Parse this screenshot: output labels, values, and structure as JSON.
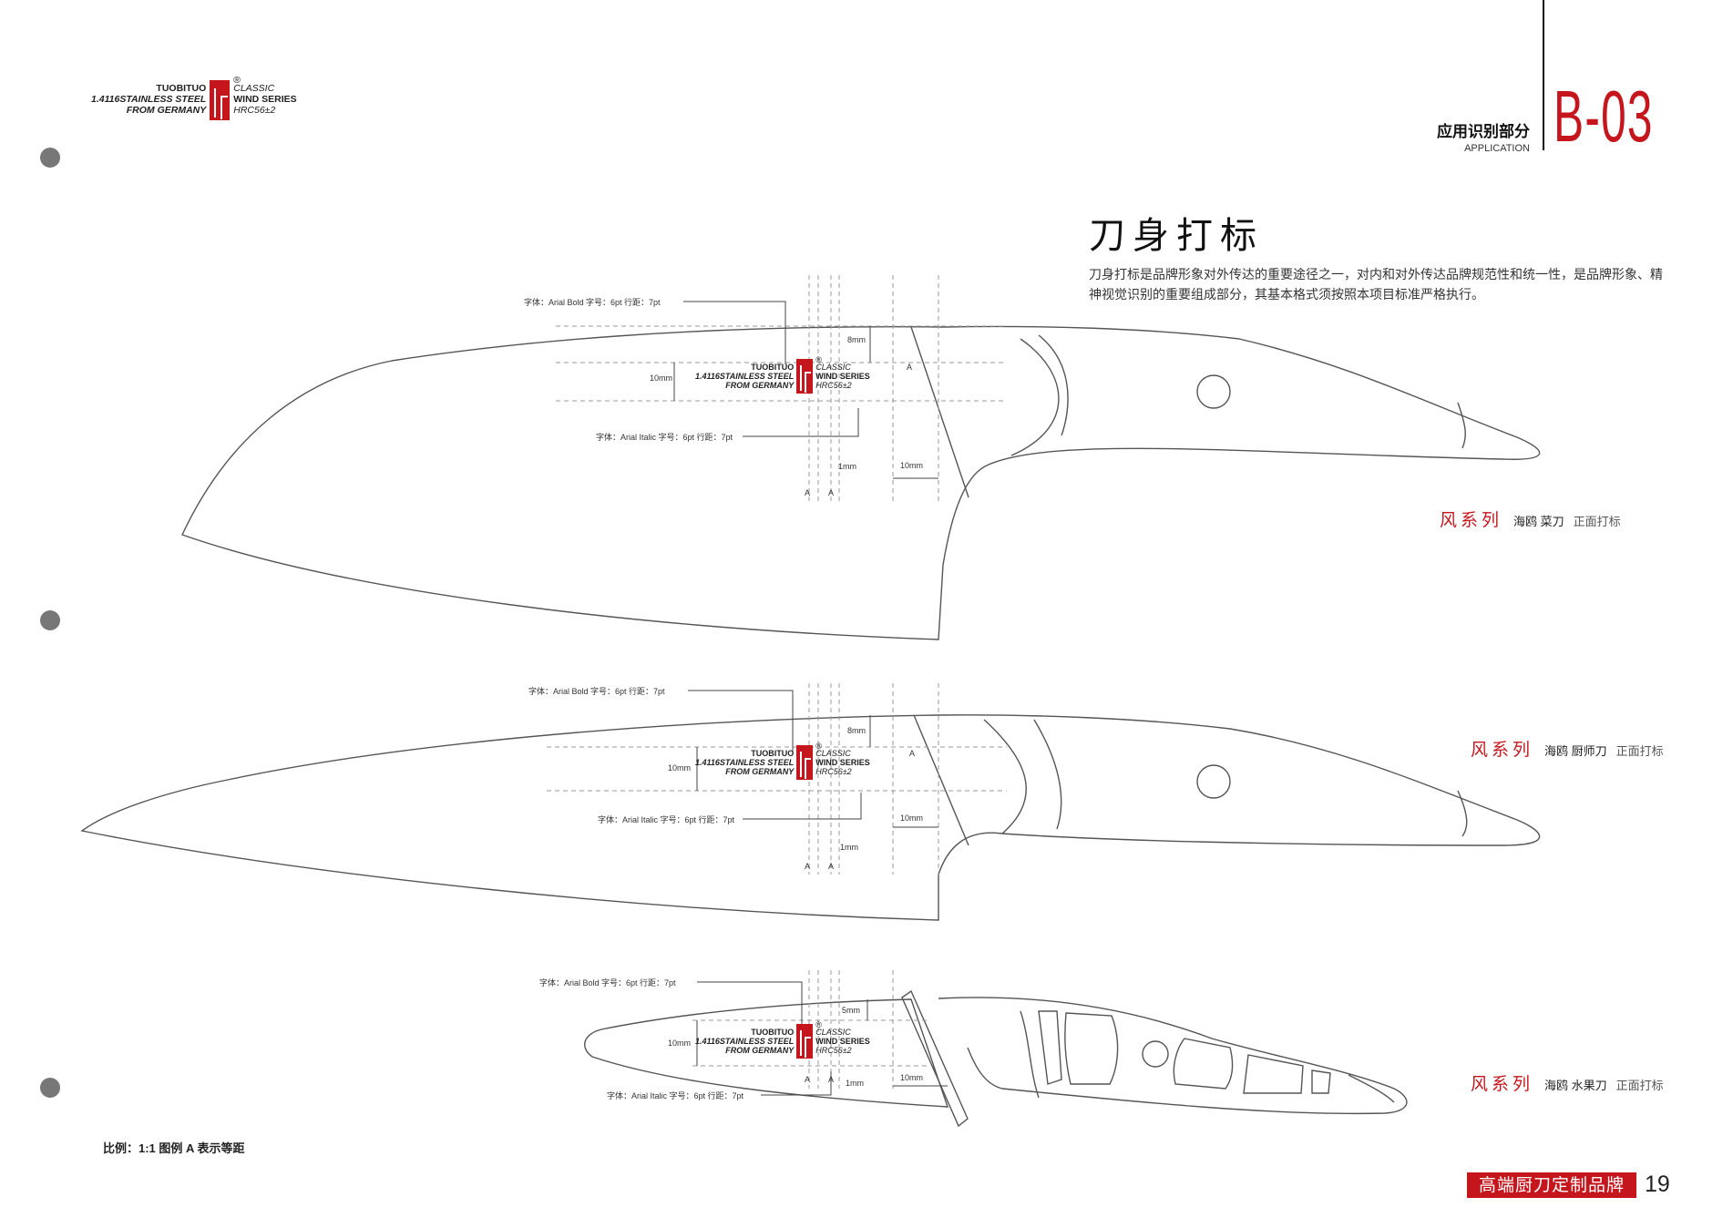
{
  "header": {
    "section_cn": "应用识别部分",
    "section_en": "APPLICATION",
    "code": "B-03"
  },
  "brand": {
    "name": "TUOBITUO",
    "steel": "1.4116STAINLESS STEEL",
    "origin": "FROM GERMANY",
    "classic": "CLASSIC",
    "series": "WIND SERIES",
    "hrc": "HRC56±2",
    "registered": "®"
  },
  "title": "刀身打标",
  "description": "刀身打标是品牌形象对外传达的重要途径之一，对内和对外传达品牌规范性和统一性，是品牌形象、精神视觉识别的重要组成部分，其基本格式须按照本项目标准严格执行。",
  "specs": {
    "bold_font": "字体：Arial Bold  字号：6pt  行距：7pt",
    "italic_font": "字体：Arial Italic  字号：6pt  行距：7pt"
  },
  "dims": {
    "d8": "8mm",
    "d5": "5mm",
    "d10": "10mm",
    "d1": "1mm",
    "a": "A"
  },
  "knives": [
    {
      "series": "风系列",
      "name": "海鸥 菜刀",
      "view": "正面打标"
    },
    {
      "series": "风系列",
      "name": "海鸥 厨师刀",
      "view": "正面打标"
    },
    {
      "series": "风系列",
      "name": "海鸥 水果刀",
      "view": "正面打标"
    }
  ],
  "footer": {
    "scale": "比例：1:1  图例 A 表示等距",
    "slogan": "高端厨刀定制品牌",
    "page": "19"
  },
  "colors": {
    "accent": "#c4161c",
    "line": "#555555",
    "hole": "#777777"
  }
}
